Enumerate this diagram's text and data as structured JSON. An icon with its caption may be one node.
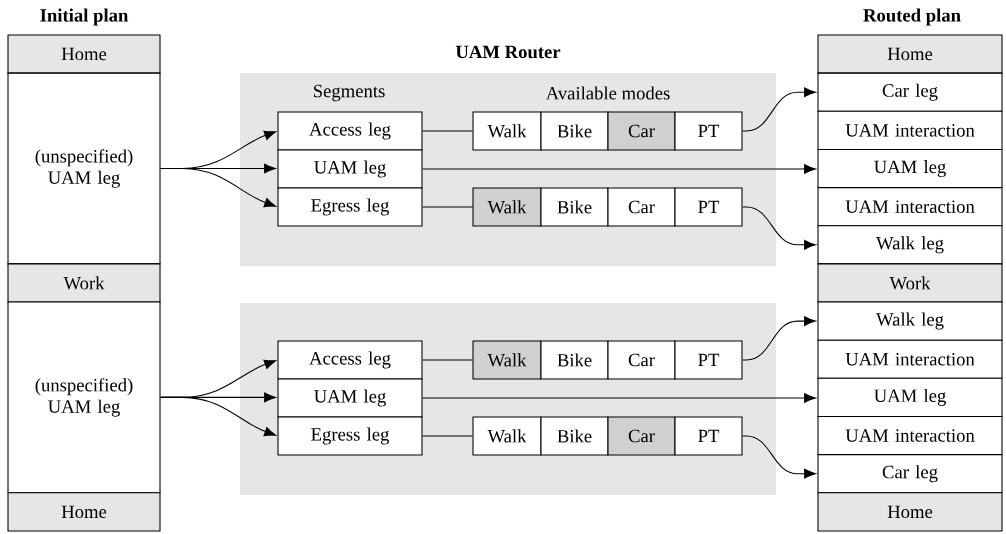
{
  "diagram": {
    "nodes": [
      {
        "text": [
          "Home"
        ]
      },
      {
        "text": [
          "(unspecified) UAM leg"
        ]
      },
      {
        "text": [
          "Work"
        ]
      },
      {
        "text": [
          "(unspecified) UAM leg"
        ]
      },
      {
        "text": [
          "Home"
        ]
      },
      {
        "text": [
          "Segments",
          "Available modes"
        ]
      },
      {
        "text": [
          "Access leg"
        ],
        "in": 5
      },
      {
        "text": [
          "UAM leg"
        ],
        "in": 5
      },
      {
        "text": [
          "Egress leg"
        ],
        "in": 5
      },
      {
        "text": [
          "Walk"
        ],
        "in": 5
      },
      {
        "text": [
          "Bike"
        ],
        "in": 5
      },
      {
        "text": [
          "Car"
        ],
        "in": 5
      },
      {
        "text": [
          "PT"
        ],
        "in": 5
      },
      {
        "text": [
          "Walk"
        ],
        "in": 5
      },
      {
        "text": [
          "Bike"
        ],
        "in": 5
      },
      {
        "text": [
          "Car"
        ],
        "in": 5
      },
      {
        "text": [
          "PT"
        ],
        "in": 5
      },
      {
        "text": [],
        "shape": "box"
      },
      {
        "text": [
          "Access leg"
        ],
        "in": 17
      },
      {
        "text": [
          "UAM leg"
        ],
        "in": 17
      },
      {
        "text": [
          "Egress leg"
        ],
        "in": 17
      },
      {
        "text": [
          "Walk"
        ],
        "in": 17
      },
      {
        "text": [
          "Bike"
        ],
        "in": 17
      },
      {
        "text": [
          "Car"
        ],
        "in": 17
      },
      {
        "text": [
          "PT"
        ],
        "in": 17
      },
      {
        "text": [
          "Walk"
        ],
        "in": 17
      },
      {
        "text": [
          "Bike"
        ],
        "in": 17
      },
      {
        "text": [
          "Car"
        ],
        "in": 17
      },
      {
        "text": [
          "PT"
        ],
        "in": 17
      },
      {
        "text": [
          "Home"
        ]
      },
      {
        "text": [
          "Car leg"
        ]
      },
      {
        "text": [
          "UAM interaction"
        ]
      },
      {
        "text": [
          "UAM leg"
        ]
      },
      {
        "text": [
          "UAM interaction"
        ]
      },
      {
        "text": [
          "Walk leg"
        ]
      },
      {
        "text": [
          "Work"
        ]
      },
      {
        "text": [
          "Walk leg"
        ]
      },
      {
        "text": [
          "UAM interaction"
        ]
      },
      {
        "text": [
          "UAM leg"
        ]
      },
      {
        "text": [
          "UAM interaction"
        ]
      },
      {
        "text": [
          "Car leg"
        ]
      },
      {
        "text": [
          "Home"
        ]
      }
    ],
    "edges": [
      {
        "from": 1,
        "to": 6,
        "arrow": "to"
      },
      {
        "from": 1,
        "to": 7,
        "arrow": "to"
      },
      {
        "from": 1,
        "to": 8,
        "arrow": "to"
      },
      {
        "from": 6,
        "to": 9,
        "arrow": "none"
      },
      {
        "from": 12,
        "to": 30,
        "arrow": "to"
      },
      {
        "from": 7,
        "to": 32,
        "arrow": "to"
      },
      {
        "from": 8,
        "to": 13,
        "arrow": "none"
      },
      {
        "from": 16,
        "to": 34,
        "arrow": "to"
      },
      {
        "from": 3,
        "to": 18,
        "arrow": "to"
      },
      {
        "from": 3,
        "to": 19,
        "arrow": "to"
      },
      {
        "from": 3,
        "to": 20,
        "arrow": "to"
      },
      {
        "from": 18,
        "to": 21,
        "arrow": "none"
      },
      {
        "from": 24,
        "to": 36,
        "arrow": "to"
      },
      {
        "from": 19,
        "to": 38,
        "arrow": "to"
      },
      {
        "from": 20,
        "to": 25,
        "arrow": "none"
      },
      {
        "from": 28,
        "to": 40,
        "arrow": "to"
      }
    ],
    "labels": [
      "Initial plan",
      "UAM Router",
      "Routed plan"
    ]
  }
}
